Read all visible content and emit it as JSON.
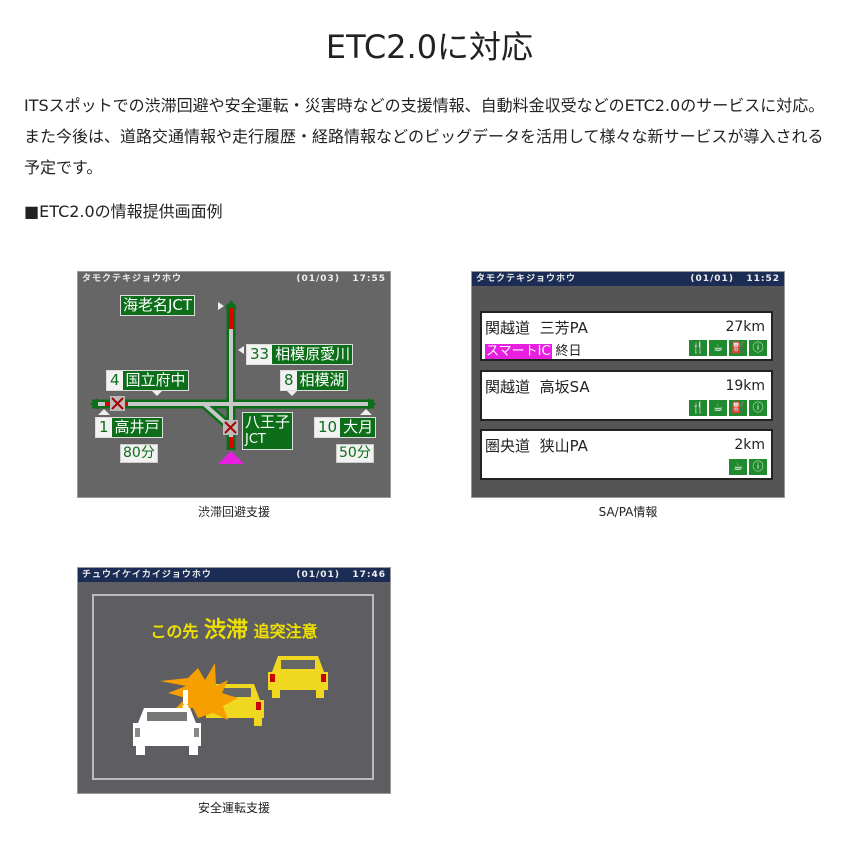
{
  "title": "ETC2.0に対応",
  "description": "ITSスポットでの渋滞回避や安全運転・災害時などの支援情報、自動料金収受などのETC2.0のサービスに対応。また今後は、道路交通情報や走行履歴・経路情報などのビッグデータを活用して様々な新サービスが導入される予定です。",
  "subheading": "■ETC2.0の情報提供画面例",
  "panels": {
    "route": {
      "header_left": "タモクテキジョウホウ",
      "header_page": "(01/03)",
      "header_time": "17:55",
      "caption": "渋滞回避支援",
      "signs": {
        "ebina": "海老名JCT",
        "atsugi_num": "33",
        "atsugi": "相模原愛川",
        "kunitachi_num": "4",
        "kunitachi": "国立府中",
        "sagamiko_num": "8",
        "sagamiko": "相模湖",
        "takaido_num": "1",
        "takaido": "高井戸",
        "hachioji": "八王子",
        "hachioji_sub": "JCT",
        "otsuki_num": "10",
        "otsuki": "大月"
      },
      "times": {
        "left": "80分",
        "right": "50分"
      },
      "colors": {
        "road": "#c8c8c8",
        "congestion": "#e00000",
        "sign": "#0d6e1a",
        "position": "#e81ee0"
      }
    },
    "sapa": {
      "header_left": "タモクテキジョウホウ",
      "header_page": "(01/01)",
      "header_time": "11:52",
      "caption": "SA/PA情報",
      "items": [
        {
          "road": "関越道",
          "name": "三芳PA",
          "distance": "27km",
          "badge": "スマートIC",
          "note": "終日",
          "icons": [
            "restaurant-icon",
            "cafe-icon",
            "gas-station-icon",
            "info-icon"
          ]
        },
        {
          "road": "関越道",
          "name": "高坂SA",
          "distance": "19km",
          "icons": [
            "restaurant-icon",
            "cafe-icon",
            "gas-station-icon",
            "info-icon"
          ]
        },
        {
          "road": "圏央道",
          "name": "狭山PA",
          "distance": "2km",
          "icons": [
            "cafe-icon",
            "info-icon"
          ]
        }
      ]
    },
    "warning": {
      "header_left": "チュウイケイカイジョウホウ",
      "header_page": "(01/01)",
      "header_time": "17:46",
      "caption": "安全運転支援",
      "msg_a": "この先",
      "msg_b": "渋滞",
      "msg_c": "追突注意",
      "colors": {
        "text": "#f0e000",
        "car": "#f0d820",
        "crash": "#f5a000"
      }
    }
  }
}
